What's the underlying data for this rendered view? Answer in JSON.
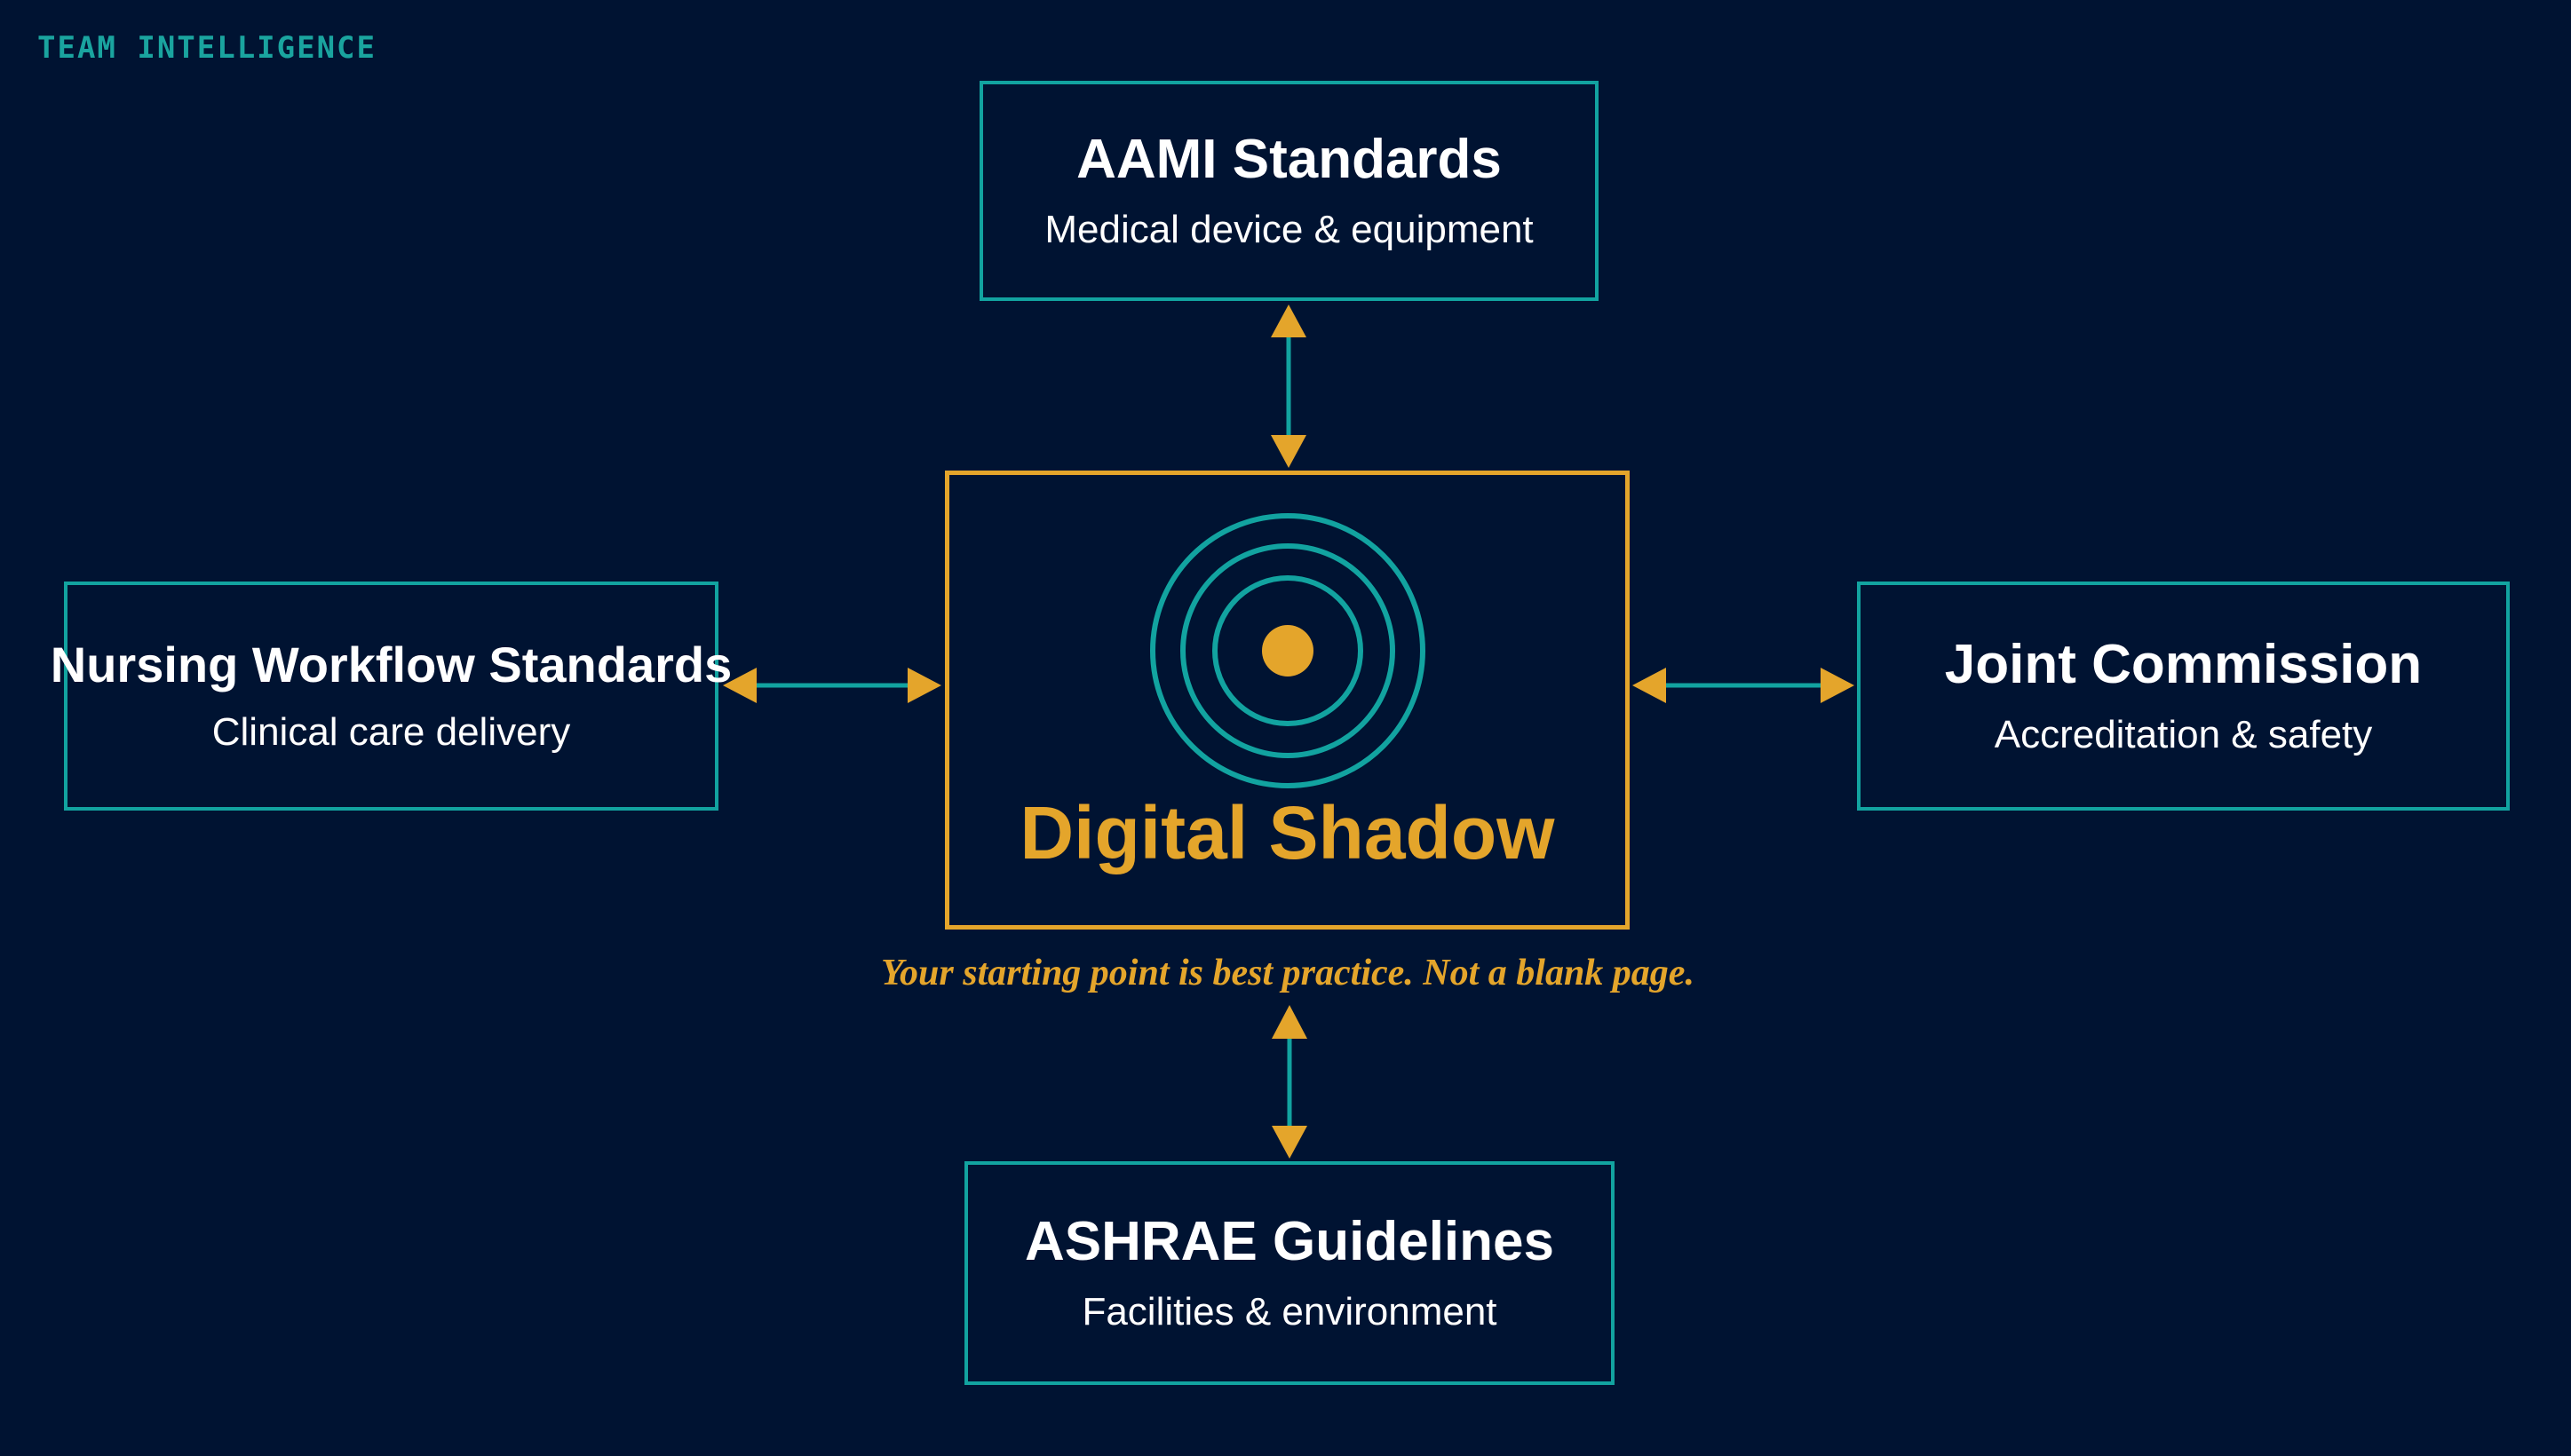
{
  "header": {
    "brand": "TEAM INTELLIGENCE"
  },
  "center": {
    "title": "Digital Shadow",
    "tagline": "Your starting point is best practice. Not a blank page.",
    "icon": "target-rings-icon"
  },
  "nodes": {
    "top": {
      "title": "AAMI Standards",
      "subtitle": "Medical device & equipment"
    },
    "left": {
      "title": "Nursing Workflow Standards",
      "subtitle": "Clinical care delivery"
    },
    "right": {
      "title": "Joint Commission",
      "subtitle": "Accreditation & safety"
    },
    "bottom": {
      "title": "ASHRAE Guidelines",
      "subtitle": "Facilities & environment"
    }
  },
  "colors": {
    "background": "#001332",
    "teal": "#12a3a0",
    "gold": "#e4a52b",
    "text": "#ffffff"
  }
}
